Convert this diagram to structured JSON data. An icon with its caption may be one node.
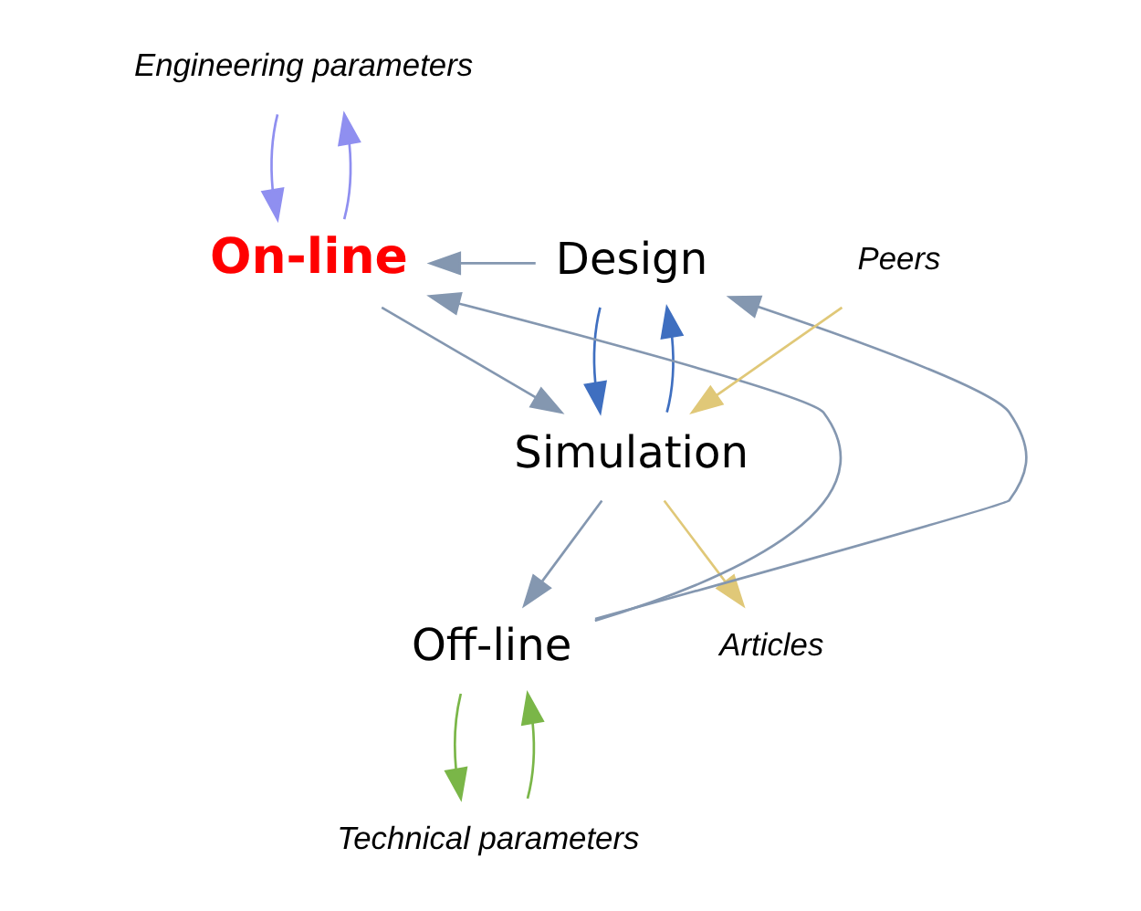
{
  "diagram": {
    "nodes": [
      {
        "text": [
          "Engineering parameters"
        ]
      },
      {
        "text": [
          "On-line"
        ]
      },
      {
        "text": [
          "Design"
        ]
      },
      {
        "text": [
          "Simulation"
        ]
      },
      {
        "text": [
          "Off-line"
        ]
      },
      {
        "text": [
          "Articles"
        ]
      },
      {
        "text": [
          "Peers"
        ]
      },
      {
        "text": [
          "Technical parameters"
        ]
      }
    ],
    "edges": [
      {
        "from": 1,
        "to": 0,
        "arrow": "to",
        "color": "#8f8ff0"
      },
      {
        "from": 0,
        "to": 1,
        "arrow": "to",
        "color": "#8f8ff0"
      },
      {
        "from": 1,
        "to": 3,
        "arrow": "to"
      },
      {
        "from": 2,
        "to": 1,
        "arrow": "to"
      },
      {
        "from": 4,
        "to": 1,
        "arrow": "to"
      },
      {
        "from": 4,
        "to": 2,
        "arrow": "to"
      },
      {
        "from": 2,
        "to": 3,
        "arrow": "to",
        "color": "#3f6fc0"
      },
      {
        "from": 3,
        "to": 2,
        "arrow": "to",
        "color": "#3f6fc0"
      },
      {
        "from": 3,
        "to": 4,
        "arrow": "to"
      },
      {
        "from": 3,
        "to": 5,
        "arrow": "to",
        "color": "#e0c878"
      },
      {
        "from": 6,
        "to": 3,
        "arrow": "to",
        "color": "#e0c878"
      },
      {
        "from": 4,
        "to": 7,
        "arrow": "to",
        "color": "#7ab648"
      },
      {
        "from": 7,
        "to": 4,
        "arrow": "to",
        "color": "#7ab648"
      }
    ]
  }
}
